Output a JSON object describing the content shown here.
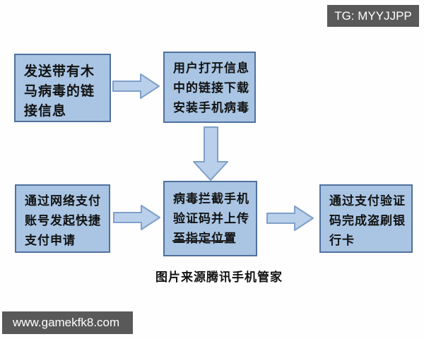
{
  "badges": {
    "tg": "TG: MYYJJPP",
    "watermark": "www.gamekfk8.com"
  },
  "flowchart": {
    "caption": "图片来源腾讯手机管家",
    "nodes": [
      {
        "id": "send-trojan-link",
        "text": "发送带有木\n马病毒的链\n接信息"
      },
      {
        "id": "user-opens-link",
        "text": "用户打开信息\n中的链接下载\n安装手机病毒"
      },
      {
        "id": "initiate-payment",
        "text": "通过网络支付\n账号发起快捷\n支付申请"
      },
      {
        "id": "intercept-sms-code",
        "text": "病毒拦截手机\n验证码并上传\n至指定位置"
      },
      {
        "id": "steal-bank-card",
        "text": "通过支付验证\n码完成盗刷银\n行卡"
      }
    ],
    "arrows": [
      {
        "id": "arrow-1",
        "direction": "right",
        "from": "send-trojan-link",
        "to": "user-opens-link"
      },
      {
        "id": "arrow-2",
        "direction": "down",
        "from": "user-opens-link",
        "to": "intercept-sms-code"
      },
      {
        "id": "arrow-3",
        "direction": "right",
        "from": "initiate-payment",
        "to": "intercept-sms-code"
      },
      {
        "id": "arrow-4",
        "direction": "right",
        "from": "intercept-sms-code",
        "to": "steal-bank-card"
      }
    ],
    "colors": {
      "node_fill": "#a9c5e3",
      "node_border": "#50719d",
      "arrow_fill": "#bad0ea",
      "arrow_border": "#7e9fca",
      "badge_bg": "#595959",
      "badge_text": "#ffffff",
      "text": "#121212"
    }
  }
}
